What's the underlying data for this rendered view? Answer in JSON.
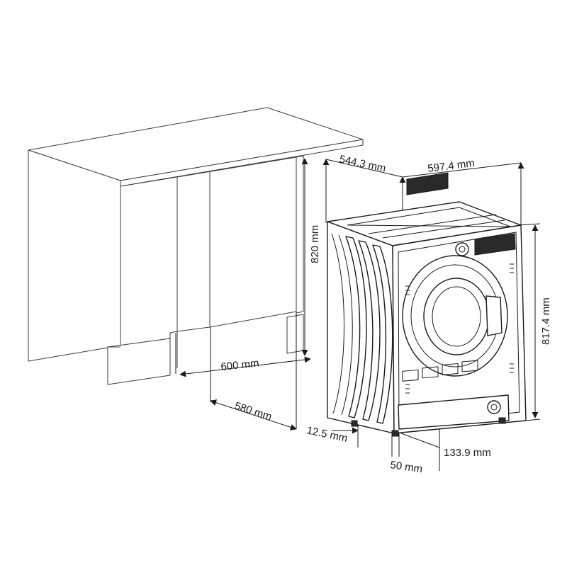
{
  "dimensions": {
    "cabinet_height": "820 mm",
    "cabinet_width": "600 mm",
    "cabinet_depth": "580 mm",
    "machine_depth": "544.3 mm",
    "machine_width": "597.4 mm",
    "machine_height": "817.4 mm",
    "foot_height": "12.5 mm",
    "front_offset": "50 mm",
    "plinth_depth": "133.9 mm"
  }
}
